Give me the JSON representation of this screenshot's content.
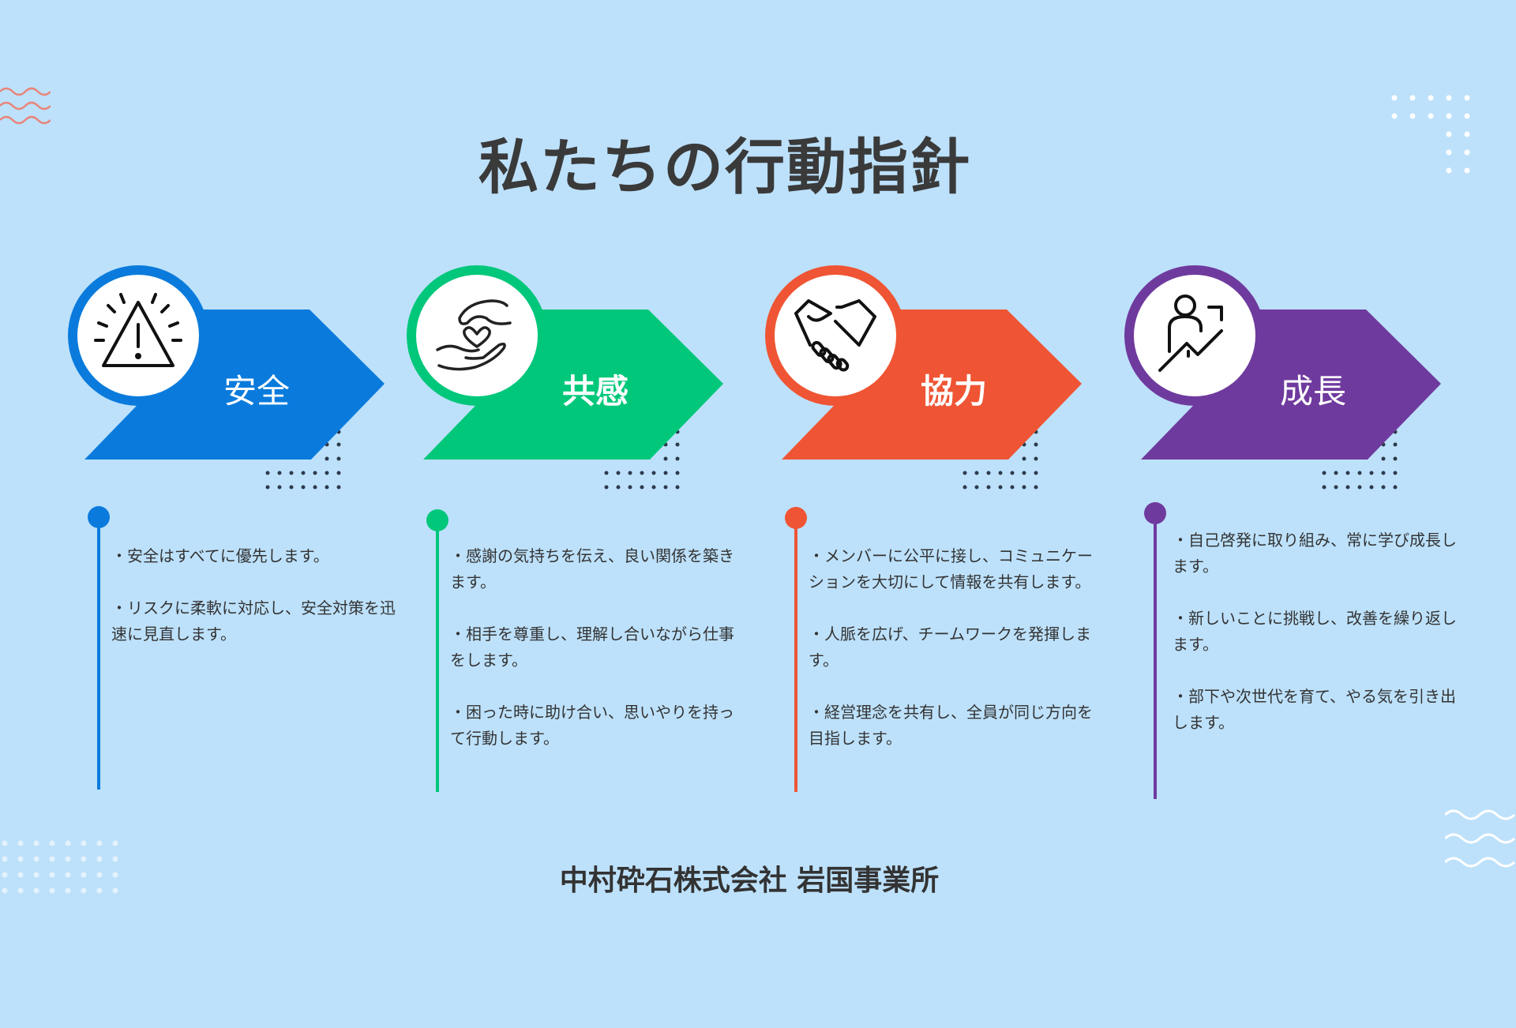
{
  "title": "私たちの行動指針",
  "footer": "中村砕石株式会社 岩国事業所",
  "columns": [
    {
      "label": "安全",
      "icon": "warning-triangle-icon",
      "color": "#0a7bdc",
      "bullets": [
        "・安全はすべてに優先します。",
        "・リスクに柔軟に対応し、安全対策を迅速に見直します。"
      ]
    },
    {
      "label": "共感",
      "icon": "caring-hands-heart-icon",
      "color": "#00c77a",
      "bullets": [
        "・感謝の気持ちを伝え、良い関係を築きます。",
        "・相手を尊重し、理解し合いながら仕事をします。",
        "・困った時に助け合い、思いやりを持って行動します。"
      ]
    },
    {
      "label": "協力",
      "icon": "handshake-icon",
      "color": "#ef5534",
      "bullets": [
        "・メンバーに公平に接し、コミュニケーションを大切にして情報を共有します。",
        "・人脈を広げ、チームワークを発揮します。",
        "・経営理念を共有し、全員が同じ方向を目指します。"
      ]
    },
    {
      "label": "成長",
      "icon": "person-growth-arrow-icon",
      "color": "#6f3a9e",
      "bullets": [
        "・自己啓発に取り組み、常に学び成長します。",
        "・新しいことに挑戦し、改善を繰り返します。",
        "・部下や次世代を育て、やる気を引き出します。"
      ]
    }
  ]
}
